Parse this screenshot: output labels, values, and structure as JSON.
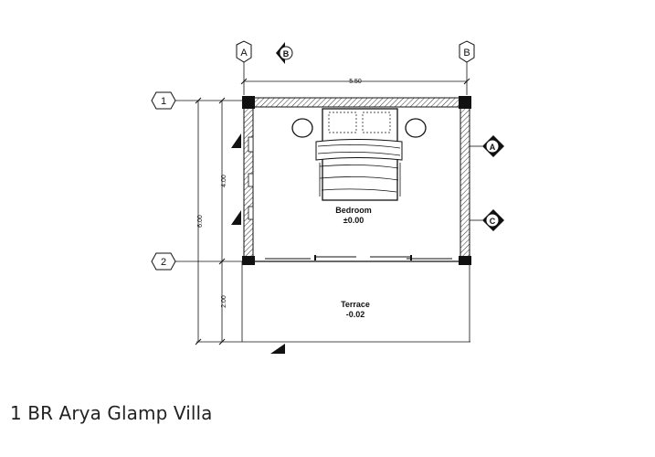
{
  "caption": "1 BR Arya Glamp Villa",
  "plan": {
    "grid_columns": [
      "A",
      "B"
    ],
    "grid_rows": [
      "1",
      "2"
    ],
    "section_markers": [
      "A",
      "B",
      "C"
    ],
    "dimensions": {
      "width": "5.50",
      "total_depth": "6.00",
      "bedroom_depth": "4.00",
      "terrace_depth": "2.00"
    },
    "rooms": [
      {
        "name": "Bedroom",
        "level": "±0.00"
      },
      {
        "name": "Terrace",
        "level": "-0.02"
      }
    ]
  }
}
